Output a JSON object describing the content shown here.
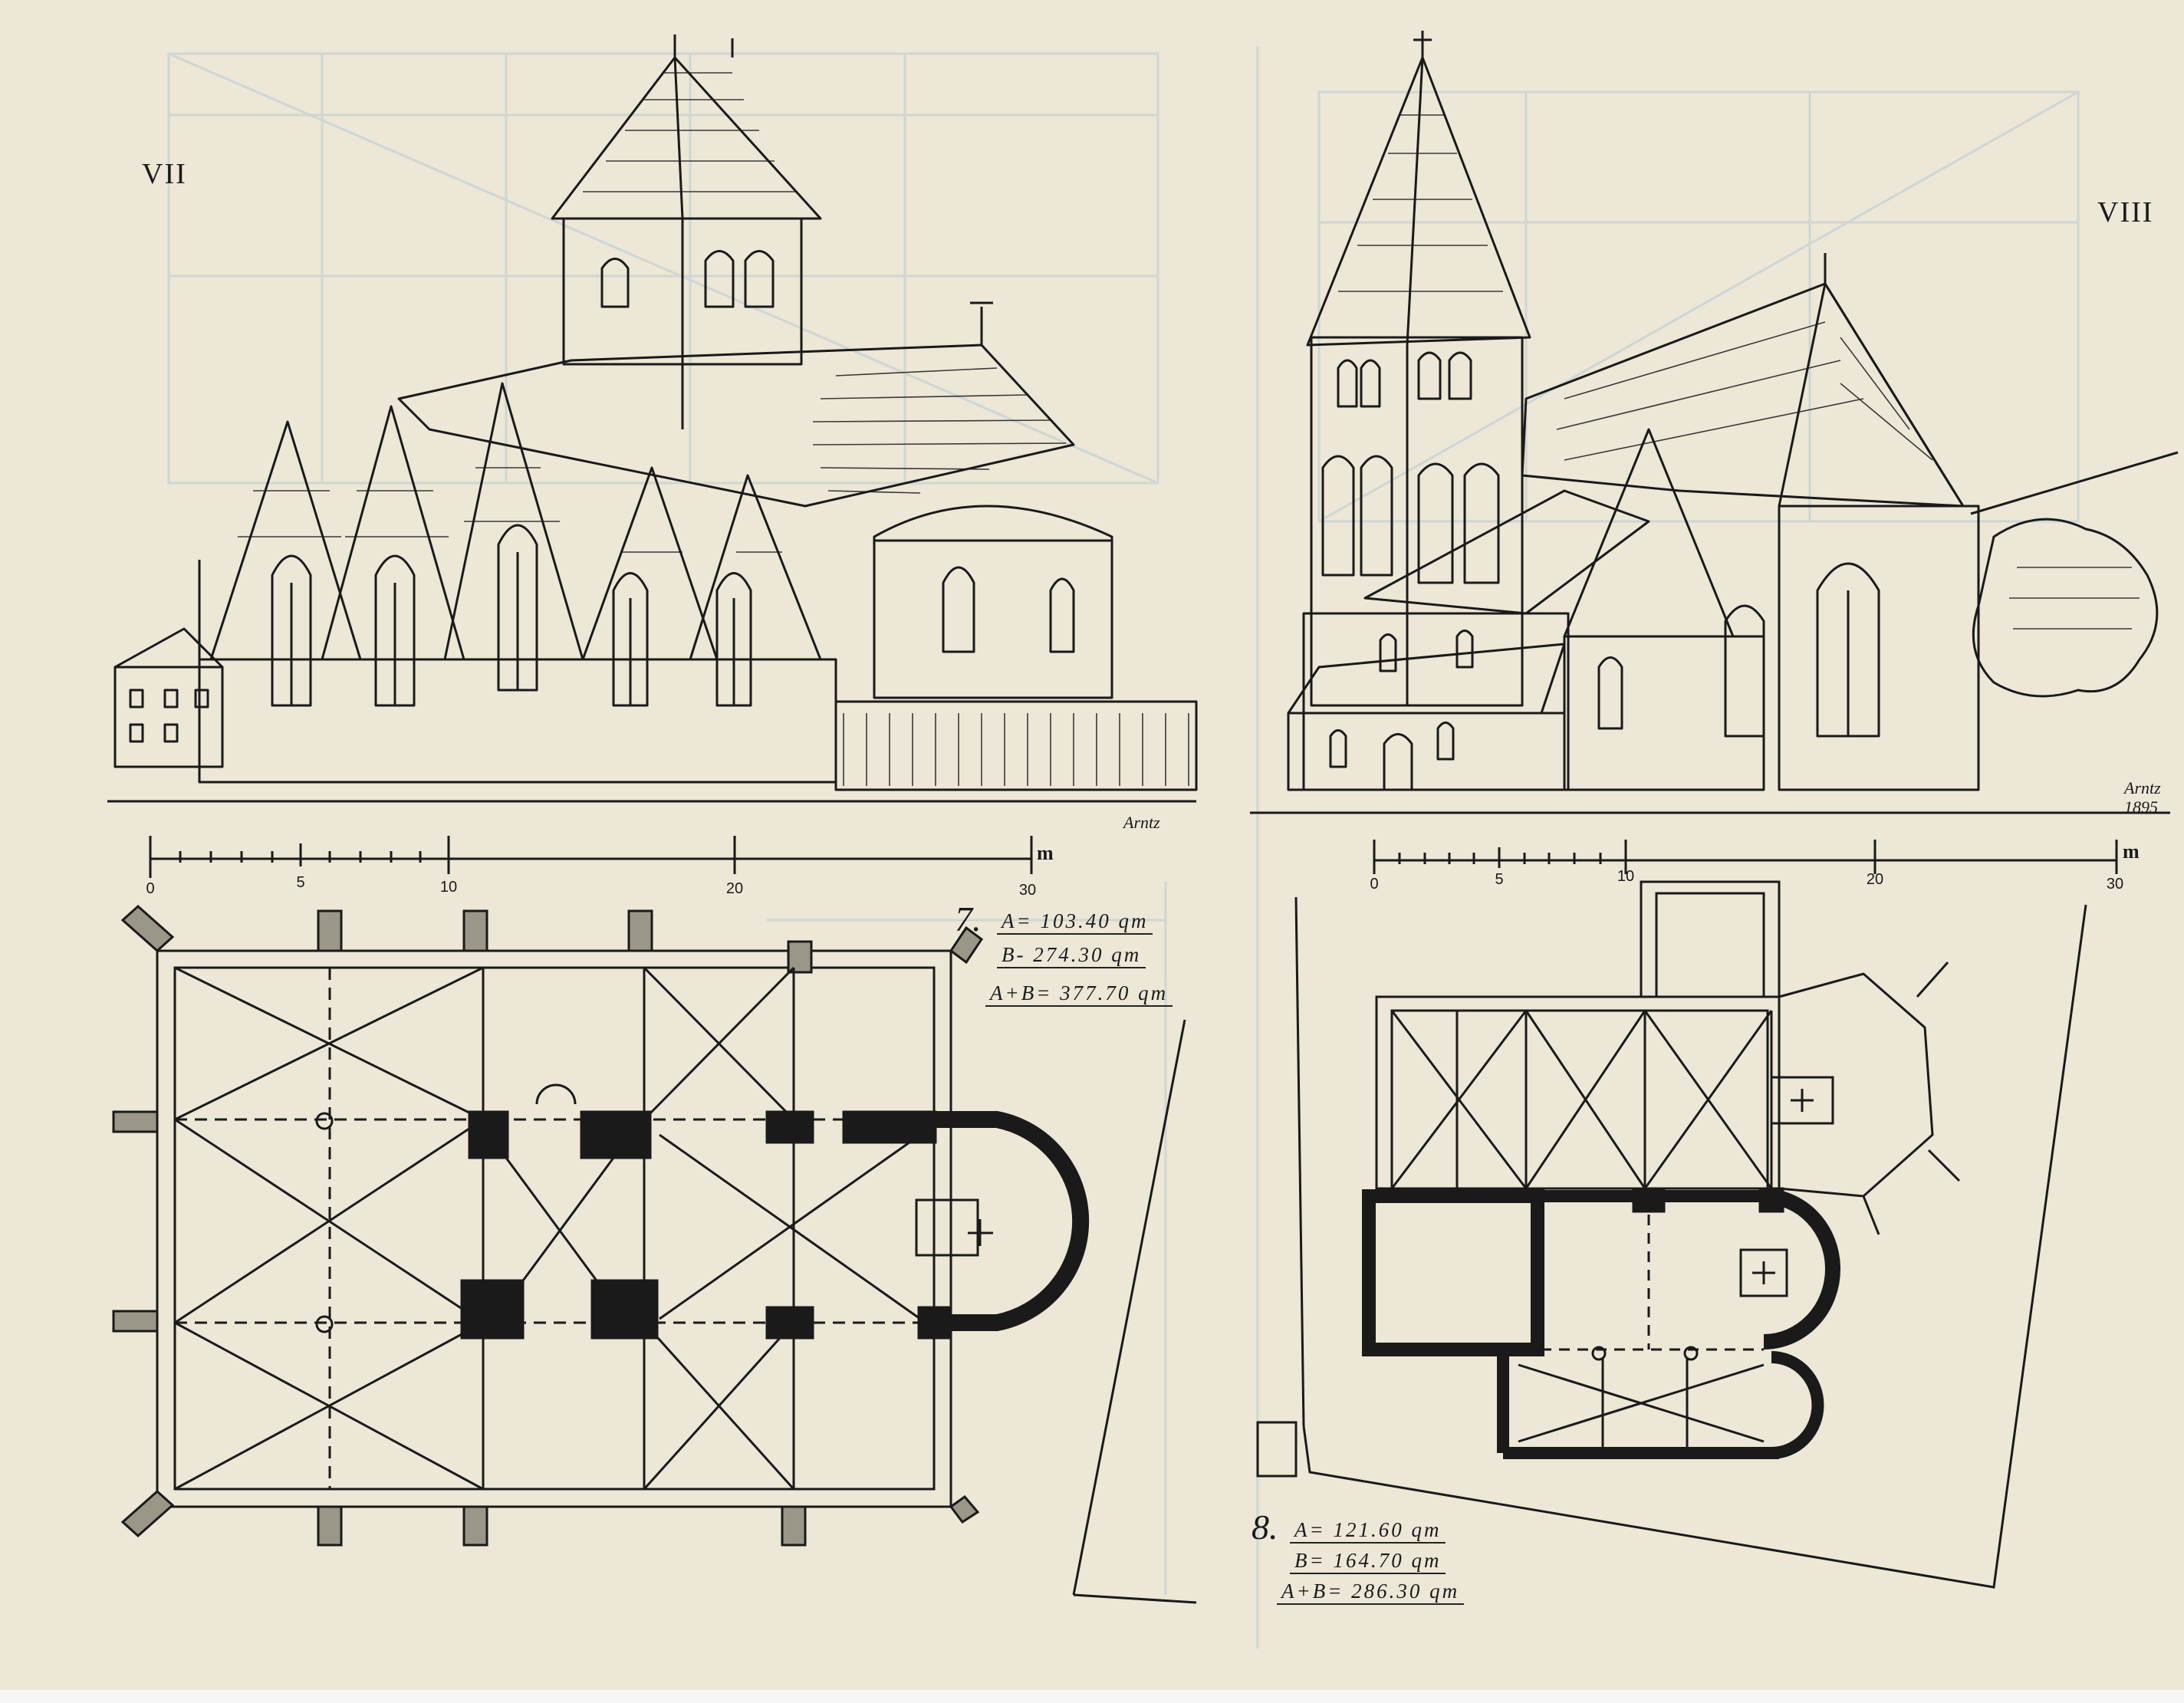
{
  "plates": [
    {
      "label": "VII",
      "plan_number": "7.",
      "areas": [
        "A= 103.40 qm",
        "B- 274.30 qm",
        "A+B= 377.70 qm"
      ],
      "signature": "Arntz",
      "scale": {
        "ticks": [
          "0",
          "5",
          "10",
          "20",
          "30"
        ],
        "unit": "m"
      }
    },
    {
      "label": "VIII",
      "plan_number": "8.",
      "areas": [
        "A= 121.60 qm",
        "B= 164.70 qm",
        "A+B= 286.30 qm"
      ],
      "signature": "Arntz",
      "signature_year": "1895",
      "scale": {
        "ticks": [
          "0",
          "5",
          "10",
          "20",
          "30"
        ],
        "unit": "m"
      }
    }
  ],
  "colors": {
    "paper": "#ece7d6",
    "ink": "#1a1a1a",
    "bleed_through": "#c9d3d6"
  }
}
